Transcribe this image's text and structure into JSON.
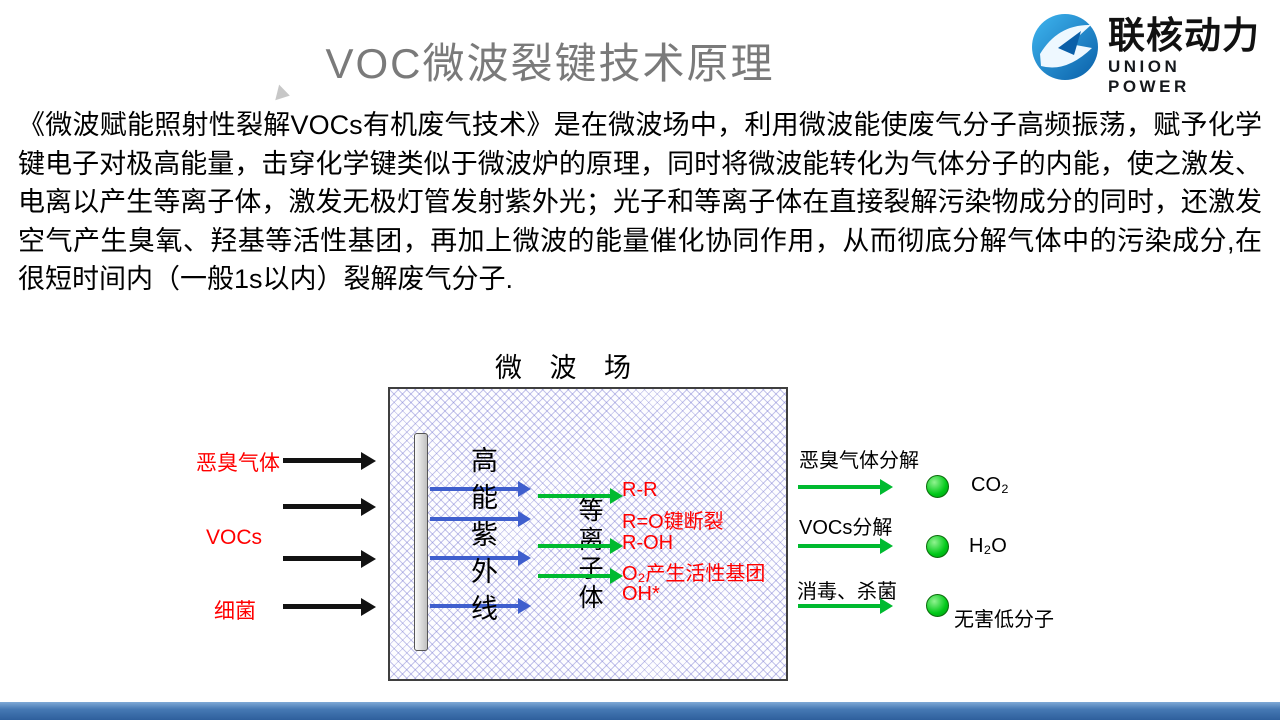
{
  "header": {
    "title": "VOC微波裂键技术原理",
    "logo": {
      "name": "联核动力",
      "tagline": "UNION POWER"
    }
  },
  "body": {
    "paragraph": "《微波赋能照射性裂解VOCs有机废气技术》是在微波场中，利用微波能使废气分子高频振荡，赋予化学键电子对极高能量，击穿化学键类似于微波炉的原理，同时将微波能转化为气体分子的内能，使之激发、电离以产生等离子体，激发无极灯管发射紫外光；光子和等离子体在直接裂解污染物成分的同时，还激发空气产生臭氧、羟基等活性基团，再加上微波的能量催化协同作用，从而彻底分解气体中的污染成分,在很短时间内（一般1s以内）裂解废气分子."
  },
  "diagram": {
    "field_label": "微 波 场",
    "inputs": [
      "恶臭气体",
      "VOCs",
      "细菌"
    ],
    "uv_text": "高能紫外线",
    "plasma_text": "等离子体",
    "reactions": [
      "R-R",
      "R=O键断裂",
      "R-OH",
      "O₂产生活性基团",
      "OH*"
    ],
    "outputs": [
      {
        "label": "恶臭气体分解",
        "product": "CO₂"
      },
      {
        "label": "VOCs分解",
        "product": "H₂O"
      },
      {
        "label": "消毒、杀菌",
        "product": "无害低分子"
      }
    ],
    "colors": {
      "input_label": "#ff0000",
      "reaction_text": "#ff0000",
      "uv_arrow": "#3f5fce",
      "plasma_arrow": "#00ba30",
      "ball": "#00c818",
      "bottom_bar": "#2e5f9c"
    }
  }
}
